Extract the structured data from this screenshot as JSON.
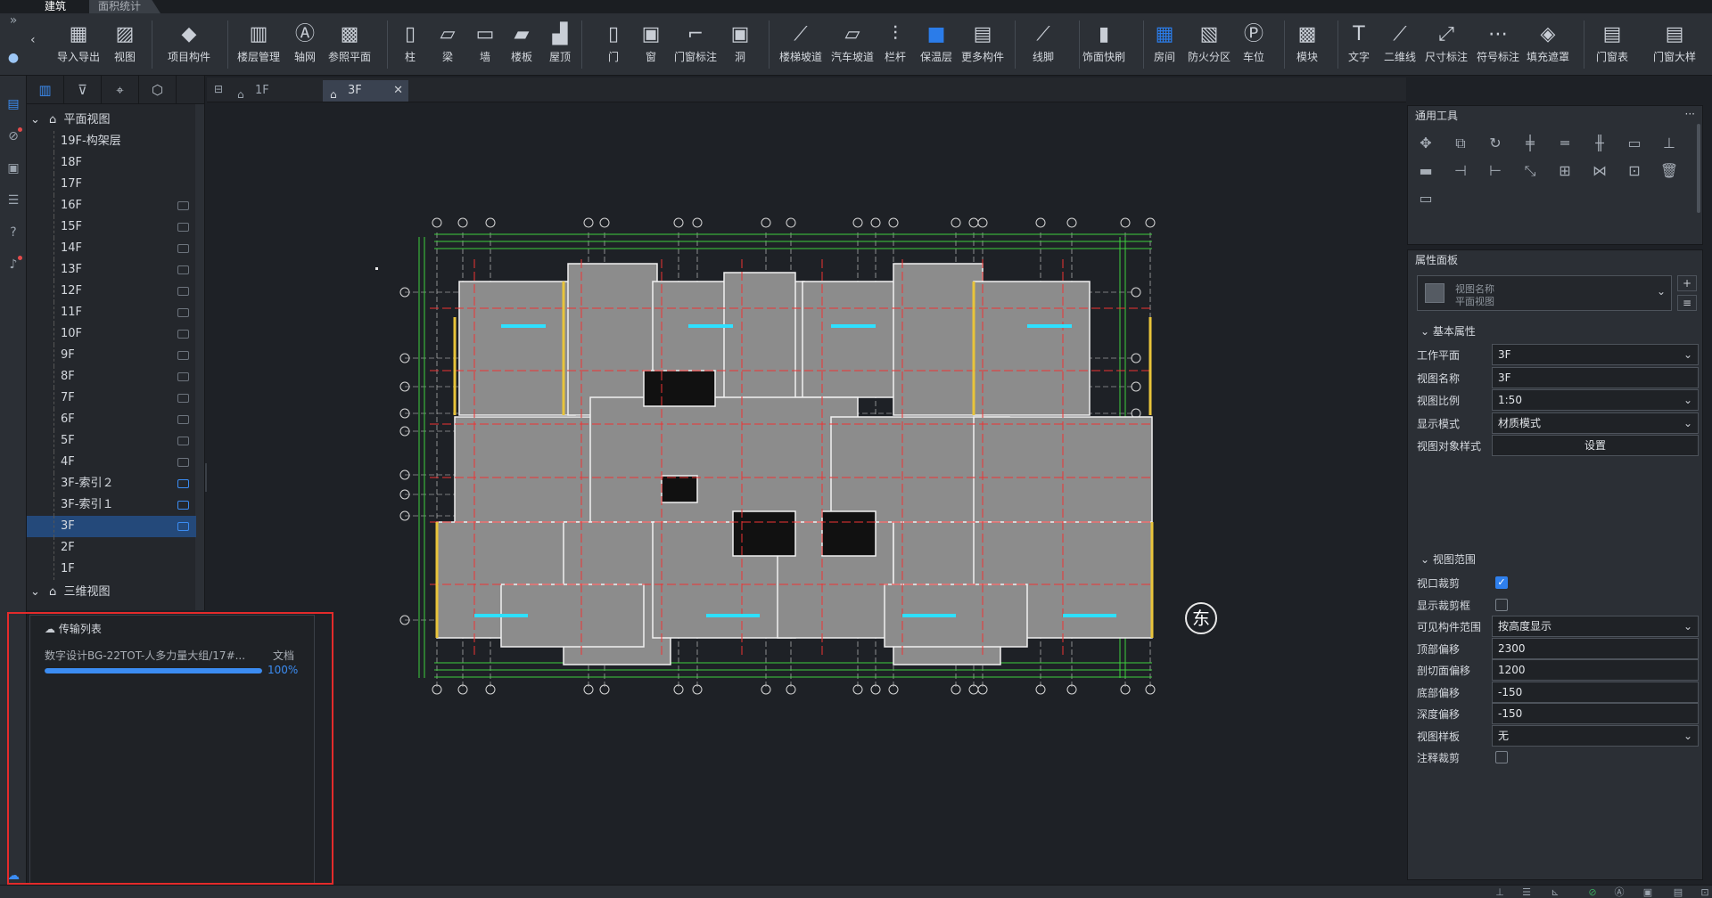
{
  "top_tabs": [
    "建筑",
    "面积统计"
  ],
  "ribbon": {
    "buttons": [
      "导入导出",
      "视图",
      "项目构件",
      "楼层管理",
      "轴网",
      "参照平面",
      "柱",
      "梁",
      "墙",
      "楼板",
      "屋顶",
      "门",
      "窗",
      "门窗标注",
      "洞",
      "楼梯坡道",
      "汽车坡道",
      "栏杆",
      "保温层",
      "更多构件",
      "线脚",
      "饰面快刷",
      "房间",
      "防火分区",
      "车位",
      "模块",
      "文字",
      "二维线",
      "尺寸标注",
      "符号标注",
      "填充遮罩",
      "门窗表",
      "门窗大样"
    ]
  },
  "tree": {
    "root_plan": "平面视图",
    "floors": [
      "19F-构架层",
      "18F",
      "17F",
      "16F",
      "15F",
      "14F",
      "13F",
      "12F",
      "11F",
      "10F",
      "9F",
      "8F",
      "7F",
      "6F",
      "5F",
      "4F",
      "3F-索引２",
      "3F-索引１",
      "3F",
      "2F",
      "1F"
    ],
    "root_3d": "三维视图",
    "selected": "3F"
  },
  "view_tabs": [
    "1F",
    "3F"
  ],
  "compass": "东",
  "transfer": {
    "title": "传输列表",
    "file_name": "数字设计BG-22TOT-人多力量大组/17#...",
    "file_type": "文档",
    "progress": 1.0,
    "progress_text": "100%"
  },
  "tools_panel": {
    "title": "通用工具",
    "more": "···"
  },
  "props_panel": {
    "title": "属性面板",
    "type_name": "视图名称",
    "type_sub": "平面视图",
    "section_basic": "基本属性",
    "section_range": "视图范围",
    "rows": [
      {
        "label": "工作平面",
        "value": "3F",
        "kind": "select"
      },
      {
        "label": "视图名称",
        "value": "3F",
        "kind": "input"
      },
      {
        "label": "视图比例",
        "value": "1:50",
        "kind": "select"
      },
      {
        "label": "显示模式",
        "value": "材质模式",
        "kind": "select"
      },
      {
        "label": "视图对象样式",
        "value": "设置",
        "kind": "button"
      }
    ],
    "range_rows": [
      {
        "label": "视口裁剪",
        "value": "",
        "kind": "check_on"
      },
      {
        "label": "显示裁剪框",
        "value": "",
        "kind": "check_off"
      },
      {
        "label": "可见构件范围",
        "value": "按高度显示",
        "kind": "select"
      },
      {
        "label": "顶部偏移",
        "value": "2300",
        "kind": "input"
      },
      {
        "label": "剖切面偏移",
        "value": "1200",
        "kind": "input"
      },
      {
        "label": "底部偏移",
        "value": "-150",
        "kind": "input"
      },
      {
        "label": "深度偏移",
        "value": "-150",
        "kind": "input"
      },
      {
        "label": "视图样板",
        "value": "无",
        "kind": "select"
      },
      {
        "label": "注释裁剪",
        "value": "",
        "kind": "check_off"
      }
    ]
  },
  "colors": {
    "accent": "#3b8cf2",
    "highlight_box": "#e32b2b"
  }
}
